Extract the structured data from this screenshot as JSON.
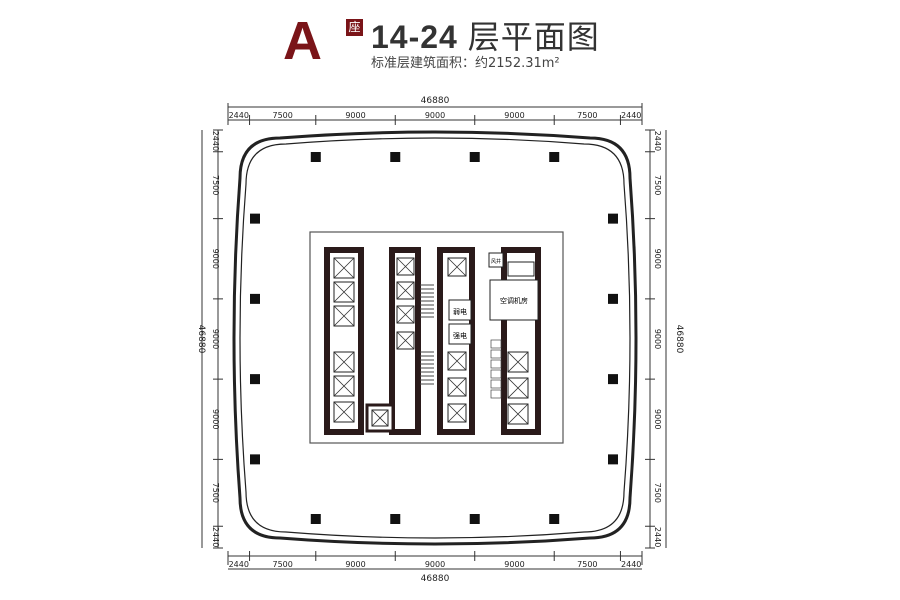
{
  "title": {
    "block_letter": "A",
    "block_suffix": "座",
    "floors": "14-24",
    "floors_suffix": "层平面图",
    "subtitle": "标准层建筑面积：约2152.31m²"
  },
  "dimensions": {
    "total": "46880",
    "segments": [
      "2440",
      "7500",
      "9000",
      "9000",
      "9000",
      "7500",
      "2440"
    ]
  },
  "rooms": {
    "weak_electric": "弱电",
    "strong_electric": "强电",
    "hvac_room": "空调机房",
    "shaft": "风井"
  },
  "colors": {
    "accent": "#7a1418",
    "wall": "#2a1a1a",
    "line": "#333333"
  }
}
